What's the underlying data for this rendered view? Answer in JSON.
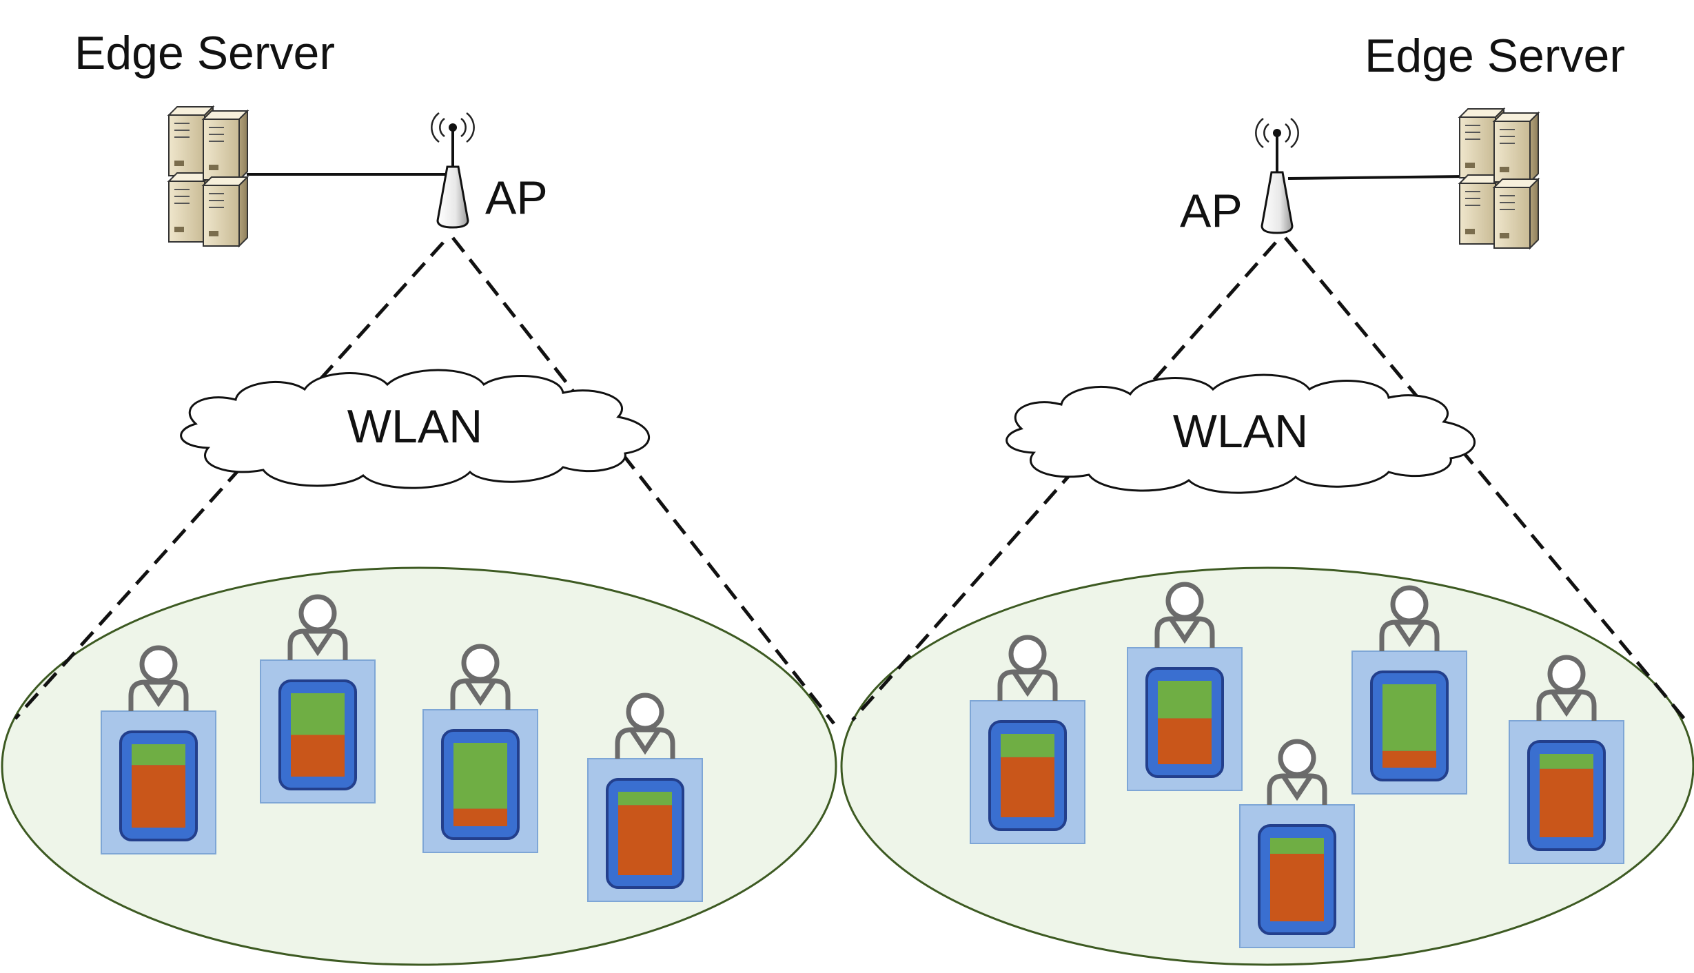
{
  "networks": [
    {
      "id": "left",
      "server_label": "Edge Server",
      "ap_label": "AP",
      "wlan_label": "WLAN",
      "devices": [
        {
          "green_fraction": 0.25
        },
        {
          "green_fraction": 0.5
        },
        {
          "green_fraction": 0.79
        },
        {
          "green_fraction": 0.16
        }
      ]
    },
    {
      "id": "right",
      "server_label": "Edge Server",
      "ap_label": "AP",
      "wlan_label": "WLAN",
      "devices": [
        {
          "green_fraction": 0.28
        },
        {
          "green_fraction": 0.45
        },
        {
          "green_fraction": 0.19
        },
        {
          "green_fraction": 0.8
        },
        {
          "green_fraction": 0.18
        }
      ]
    }
  ],
  "colors": {
    "area_fill": "#eef5e9",
    "area_stroke": "#3d5a22",
    "device_panel": "#a9c6ea",
    "device_panel_border": "#7ea6d6",
    "phone_frame": "#3a6fd0",
    "phone_border": "#233f8c",
    "load_green": "#6fae44",
    "load_orange": "#c9561a",
    "user_stroke": "#6b6b6b"
  }
}
